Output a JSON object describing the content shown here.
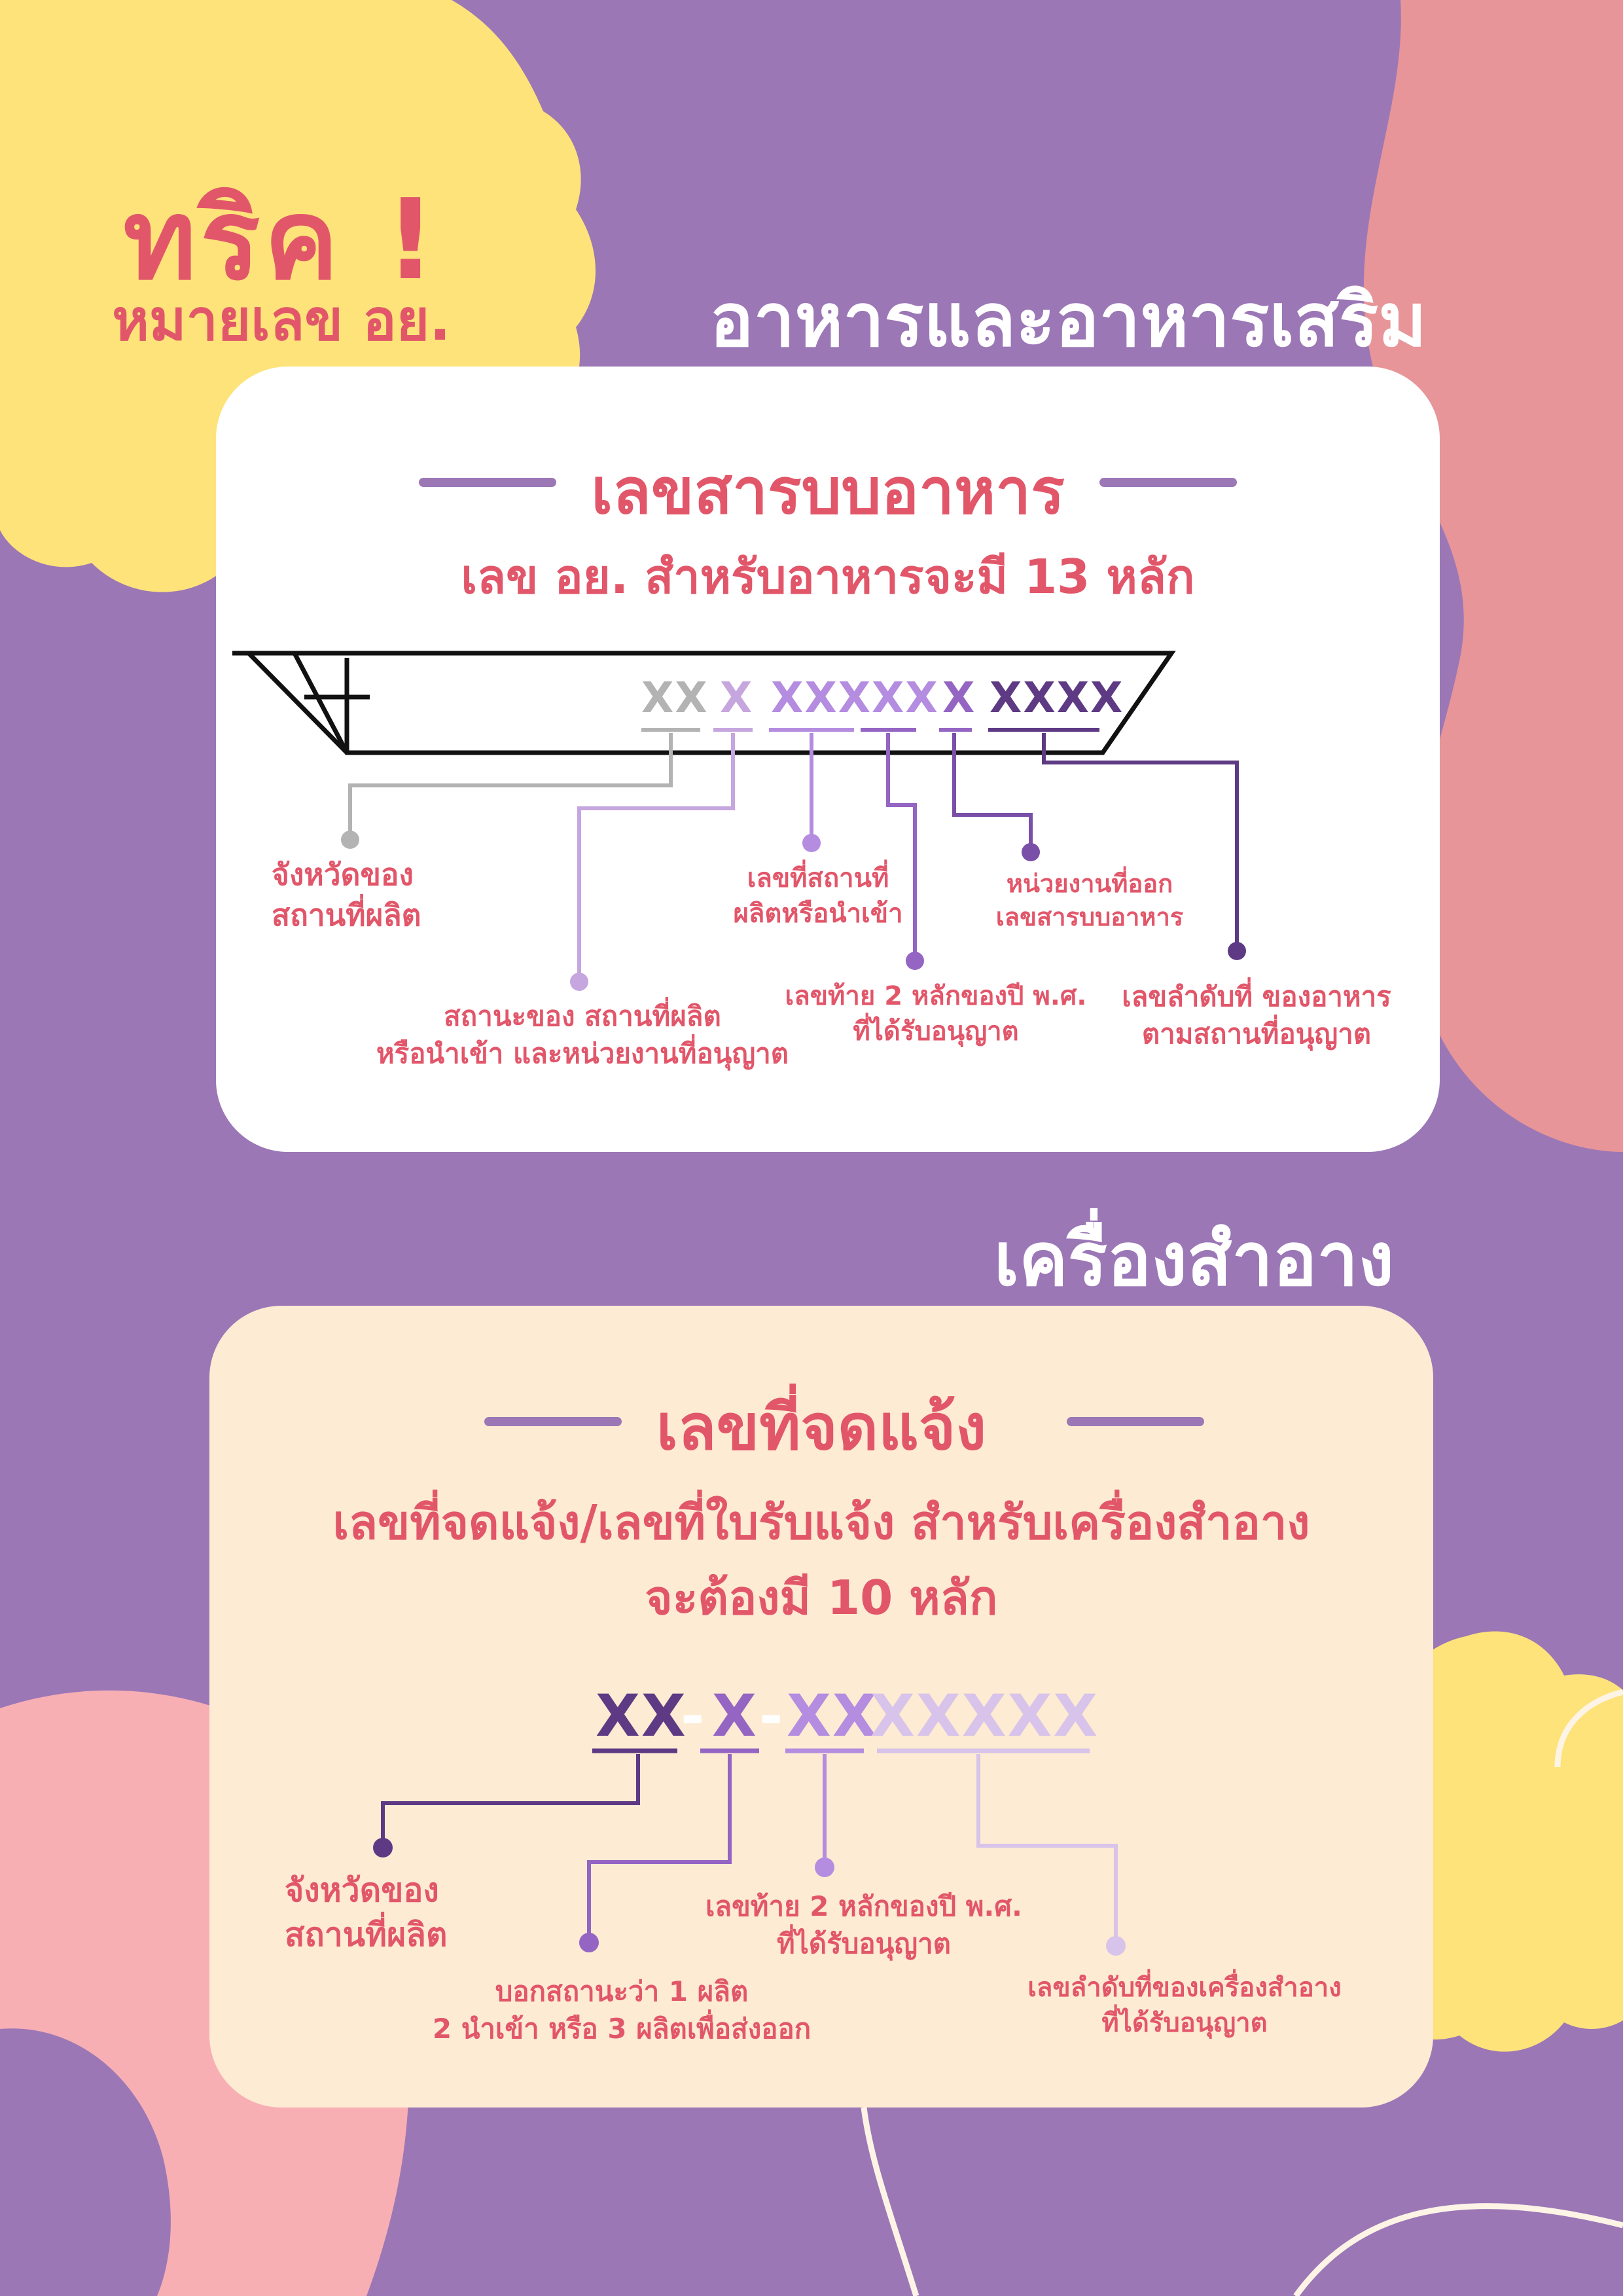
{
  "colors": {
    "purple_bg": "#9b77b6",
    "yellow": "#fde37a",
    "salmon": "#e79598",
    "pink": "#f8afb4",
    "accent_red": "#e2566a",
    "card_white": "#ffffff",
    "card_cream": "#fdebd3",
    "gray_segment": "#b3b3b3",
    "lavender_segment": "#c6a6de",
    "light_purple_segment": "#b48ce0",
    "mid_purple_segment": "#9465c2",
    "dark_purple_segment": "#5e3a84"
  },
  "header": {
    "title": "ทริค !",
    "subtitle": "หมายเลข อย."
  },
  "food_section": {
    "heading": "อาหารและอาหารเสริม",
    "card_title": "เลขสารบบอาหาร",
    "card_subtitle": "เลข อย. สำหรับอาหารจะมี 13 หลัก",
    "code_segments": [
      "XX",
      "X",
      "XXXXX",
      "X",
      "XXXX"
    ],
    "labels": {
      "province": "จังหวัดของ\nสถานที่ผลิต",
      "status": "สถานะของ สถานที่ผลิต\nหรือนำเข้า และหน่วยงานที่อนุญาต",
      "place_number": "เลขที่สถานที่\nผลิตหรือนำเข้า",
      "year": "เลขท้าย 2 หลักของปี พ.ศ.\nที่ได้รับอนุญาต",
      "agency": "หน่วยงานที่ออก\nเลขสารบบอาหาร",
      "sequence": "เลขลำดับที่ ของอาหาร\nตามสถานที่อนุญาต"
    }
  },
  "cosmetic_section": {
    "heading": "เครื่องสำอาง",
    "card_title": "เลขที่จดแจ้ง",
    "card_subtitle_line1": "เลขที่จดแจ้ง/เลขที่ใบรับแจ้ง สำหรับเครื่องสำอาง",
    "card_subtitle_line2": "จะต้องมี 10 หลัก",
    "code_segments": [
      "XX",
      "-",
      "X",
      "-",
      "XX",
      "XXXXX"
    ],
    "labels": {
      "province": "จังหวัดของ\nสถานที่ผลิต",
      "status": "บอกสถานะว่า 1 ผลิต\n2 นำเข้า หรือ 3 ผลิตเพื่อส่งออก",
      "year": "เลขท้าย 2 หลักของปี พ.ศ.\nที่ได้รับอนุญาต",
      "sequence": "เลขลำดับที่ของเครื่องสำอาง\nที่ได้รับอนุญาต"
    }
  }
}
